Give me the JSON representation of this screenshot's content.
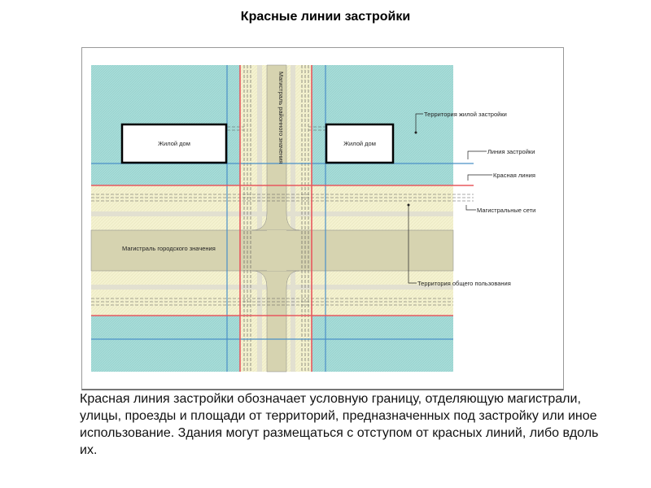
{
  "title": "Красные линии застройки",
  "diagram": {
    "house_left": "Жилой дом",
    "house_right": "Жилой дом",
    "road_city": "Магистраль городского значения",
    "road_district": "Магистраль районного значения",
    "legend": {
      "residential": "Территория жилой застройки",
      "building_line": "Линия застройки",
      "red_line": "Красная линия",
      "utilities": "Магистральные сети",
      "public": "Территория общего пользования"
    },
    "colors": {
      "red_line": "#e8585e",
      "building_line": "#4a90c8",
      "residential": "#a8dcd8",
      "public": "#f4f2d0",
      "road": "#d6d3b0"
    }
  },
  "caption": "Красная линия застройки обозначает условную границу, отделяющую магистрали, улицы, проезды и площади от территорий, предназначенных под застройку или иное использование. Здания могут размещаться с отступом от красных линий, либо вдоль их."
}
